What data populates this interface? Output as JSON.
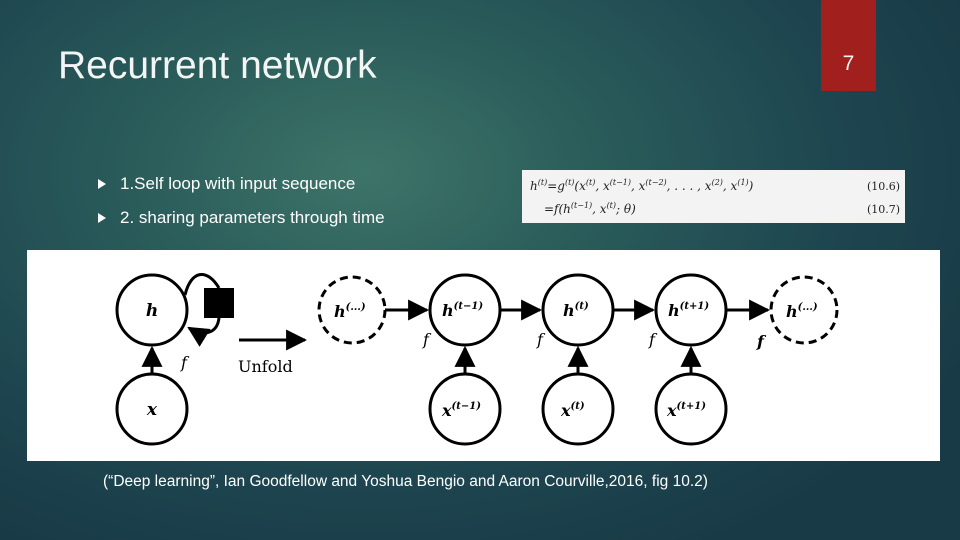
{
  "slide": {
    "title": "Recurrent network",
    "number": "7"
  },
  "bullets": [
    "1.Self loop with input sequence",
    "2. sharing parameters through time"
  ],
  "equations": {
    "eq1_lhs": "h",
    "eq1_lhs_sup": "(t)",
    "eq1_eq": "=g",
    "eq1_eq_sup": "(t)",
    "eq1_body": "(x",
    "eq1_body_sup1": "(t)",
    "eq1_body_mid": ", x",
    "eq1_body_sup2": "(t−1)",
    "eq1_body_mid2": ", x",
    "eq1_body_sup3": "(t−2)",
    "eq1_body_mid3": ", . . . , x",
    "eq1_body_sup4": "(2)",
    "eq1_body_mid4": ", x",
    "eq1_body_sup5": "(1)",
    "eq1_body_end": ")",
    "eq1_num": "(10.6)",
    "eq2_body": "=f(h",
    "eq2_body_sup": "(t−1)",
    "eq2_body_end": ", x",
    "eq2_body_sup2": "(t)",
    "eq2_body_end2": "; θ)",
    "eq2_num": "(10.7)"
  },
  "diagram": {
    "folded_h": "h",
    "folded_x": "x",
    "folded_f": "f",
    "unfold_label": "Unfold",
    "h_nodes": [
      {
        "base": "h",
        "sup": "(...)"
      },
      {
        "base": "h",
        "sup": "(t−1)"
      },
      {
        "base": "h",
        "sup": "(t)"
      },
      {
        "base": "h",
        "sup": "(t+1)"
      },
      {
        "base": "h",
        "sup": "(...)"
      }
    ],
    "x_nodes": [
      {
        "base": "x",
        "sup": "(t−1)"
      },
      {
        "base": "x",
        "sup": "(t)"
      },
      {
        "base": "x",
        "sup": "(t+1)"
      }
    ],
    "f_labels": [
      "f",
      "f",
      "f",
      "f"
    ]
  },
  "caption": "(“Deep learning”, Ian Goodfellow and Yoshua Bengio and Aaron Courville,2016, fig 10.2)"
}
